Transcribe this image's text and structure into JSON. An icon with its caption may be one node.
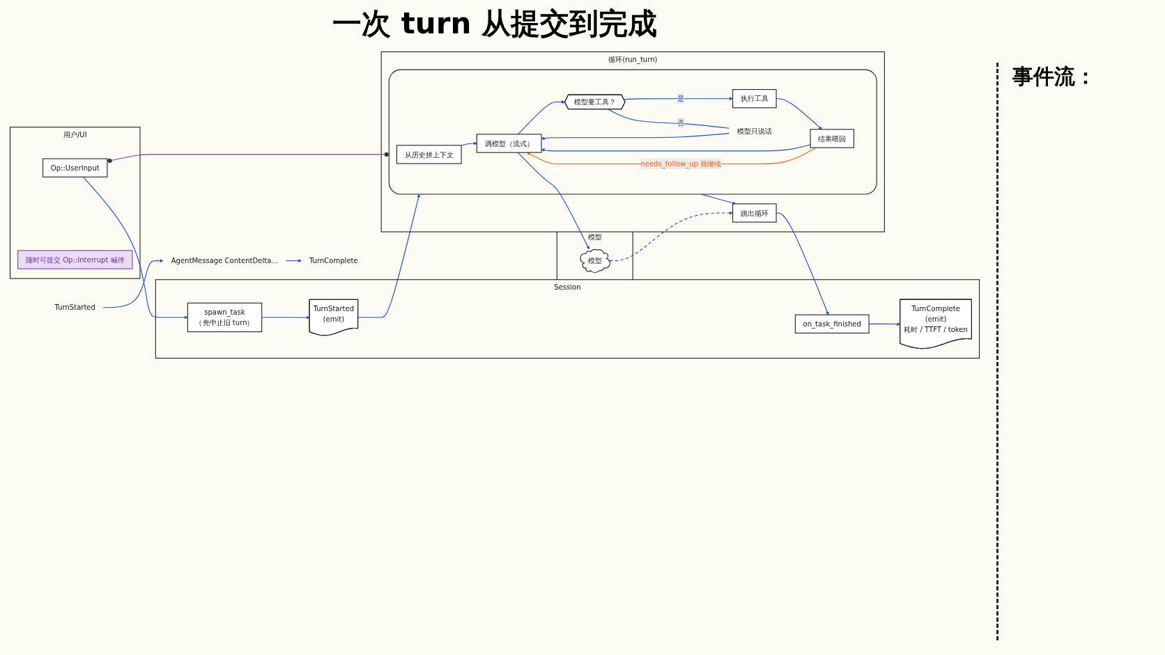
{
  "diagram": {
    "title": "一次 turn 从提交到完成",
    "nodes": [
      {
        "text": [
          "用户/UI"
        ]
      },
      {
        "text": [
          "Op::UserInput"
        ],
        "in": 0
      },
      {
        "text": [
          "随时可提交 Op::Interrupt 喊停"
        ],
        "in": 0
      },
      {
        "text": [
          "Session"
        ]
      },
      {
        "text": [
          "spawn_task",
          "（先中止旧 turn）"
        ],
        "in": 3
      },
      {
        "text": [
          "TurnStarted",
          "(emit)"
        ],
        "in": 3
      },
      {
        "text": [
          "on_task_finished"
        ],
        "in": 3
      },
      {
        "text": [
          "TurnComplete",
          "(emit)",
          "耗时 / TTFT / token"
        ],
        "in": 3
      },
      {
        "text": [
          "循环(run_turn)"
        ]
      },
      {
        "text": [],
        "shape": "box",
        "in": 8
      },
      {
        "text": [
          "从历史拼上下文"
        ],
        "in": 9
      },
      {
        "text": [
          "调模型（流式）"
        ],
        "in": 9
      },
      {
        "text": [
          "模型要工具？"
        ],
        "in": 9
      },
      {
        "text": [
          "执行工具"
        ],
        "in": 9
      },
      {
        "text": [
          "结果喂回"
        ],
        "in": 9
      },
      {
        "text": [
          "模型只说话"
        ],
        "in": 9
      },
      {
        "text": [
          "跳出循环"
        ],
        "in": 8
      },
      {
        "text": [
          "模型"
        ]
      },
      {
        "text": [
          "模型"
        ],
        "in": 17
      },
      {
        "text": [
          "TurnStarted"
        ]
      },
      {
        "text": [
          "AgentMessage ContentDelta…"
        ]
      },
      {
        "text": [
          "TurnComplete"
        ]
      }
    ],
    "edges": [
      {
        "from": 1,
        "to": 4,
        "arrow": "to"
      },
      {
        "from": 1,
        "to": 9,
        "arrow": "other",
        "color": "#7b3fb0"
      },
      {
        "from": 4,
        "to": 5,
        "arrow": "to"
      },
      {
        "from": 5,
        "to": 9,
        "arrow": "to"
      },
      {
        "from": 10,
        "to": 11,
        "arrow": "to"
      },
      {
        "from": 11,
        "to": 12,
        "arrow": "to"
      },
      {
        "from": 12,
        "to": 13,
        "arrow": "to",
        "label": "是"
      },
      {
        "from": 12,
        "to": 15,
        "arrow": "none",
        "label": "否"
      },
      {
        "from": 13,
        "to": 14,
        "arrow": "to"
      },
      {
        "from": 14,
        "to": 11,
        "arrow": "to"
      },
      {
        "from": 15,
        "to": 11,
        "arrow": "to"
      },
      {
        "from": 14,
        "to": 11,
        "arrow": "to",
        "label": "needs_follow_up 就继续",
        "color": "#e0641e"
      },
      {
        "from": 11,
        "to": 18,
        "arrow": "to"
      },
      {
        "from": 18,
        "to": 16,
        "arrow": "to",
        "style": "dashed"
      },
      {
        "from": 9,
        "to": 16,
        "arrow": "to"
      },
      {
        "from": 16,
        "to": 6,
        "arrow": "to"
      },
      {
        "from": 6,
        "to": 7,
        "arrow": "to"
      },
      {
        "from": 19,
        "to": 20,
        "arrow": "to"
      },
      {
        "from": 20,
        "to": 21,
        "arrow": "to"
      }
    ],
    "labels": [
      "事件流："
    ]
  }
}
